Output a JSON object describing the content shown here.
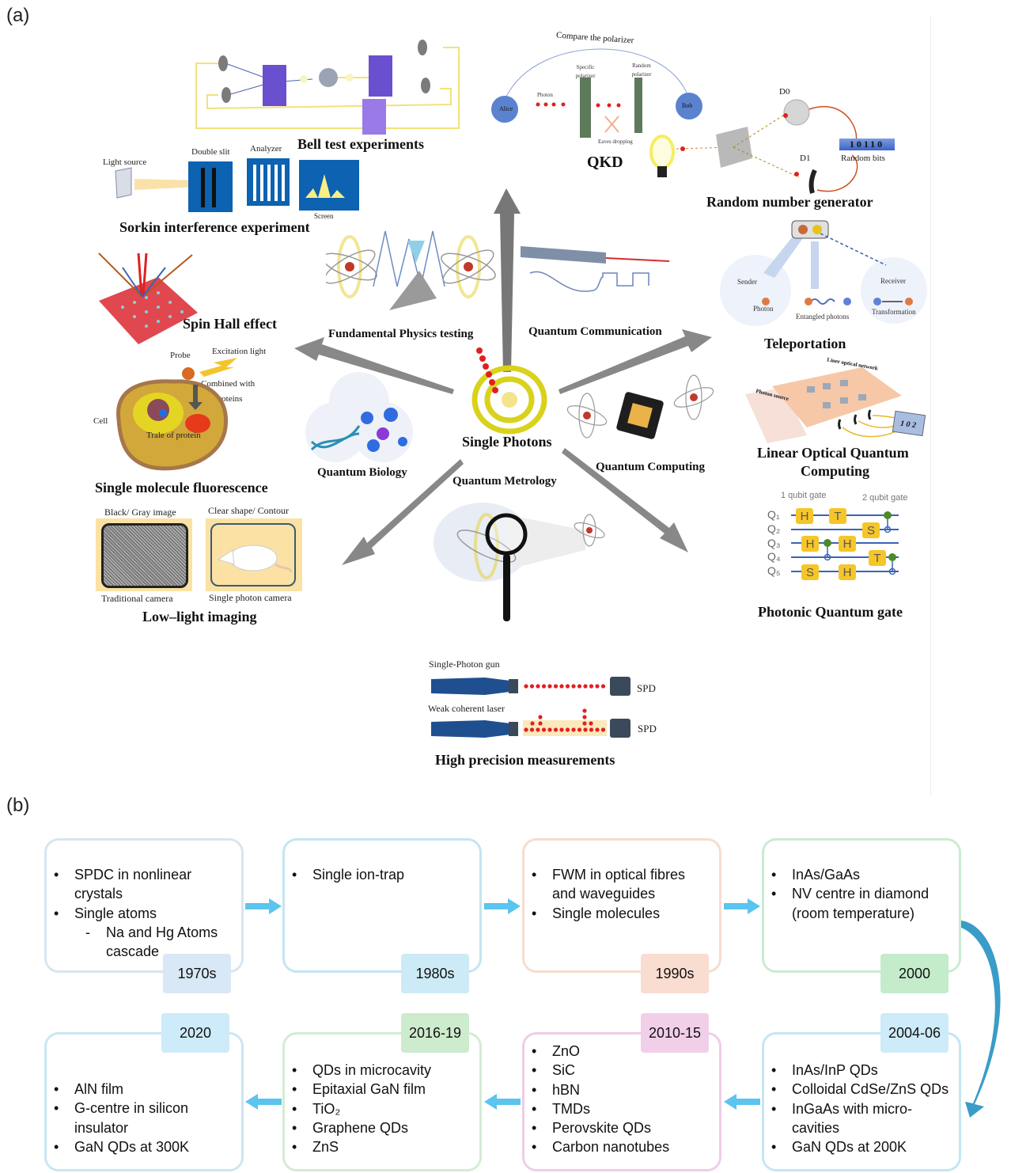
{
  "panel_a": {
    "label": "(a)",
    "center": {
      "title": "Single Photons"
    },
    "categories": {
      "fundamental_physics": "Fundamental  Physics testing",
      "quantum_communication": "Quantum  Communication",
      "quantum_biology": "Quantum  Biology",
      "quantum_computing": "Quantum  Computing",
      "quantum_metrology": "Quantum  Metrology"
    },
    "bell_test": {
      "title": "Bell test experiments"
    },
    "sorkin": {
      "title": "Sorkin interference experiment",
      "light_source": "Light source",
      "double_slit": "Double slit",
      "analyzer": "Analyzer",
      "screen": "Screen"
    },
    "qkd": {
      "title": "QKD",
      "compare": "Compare the polarizer",
      "alice": "Alice",
      "bob": "Bob",
      "photon": "Photon",
      "specific_polarizer": "Specific polarizer",
      "random_polarizer": "Random polarizer",
      "eaves_dropping": "Eaves dropping"
    },
    "rng": {
      "title": "Random number generator",
      "d0": "D0",
      "d1": "D1",
      "bits": "10110",
      "bits_label": "Random bits"
    },
    "teleportation": {
      "title": "Teleportation",
      "sender": "Sender",
      "photon": "Photon",
      "entangled": "Entangled photons",
      "receiver": "Receiver",
      "transformation": "Transformation"
    },
    "loqc": {
      "title_line1": "Linear Optical Quantum",
      "title_line2": "Computing",
      "network": "Liner optical network",
      "source": "Photon source",
      "display": "1 0 2"
    },
    "gate": {
      "title": "Photonic Quantum gate",
      "one_qubit": "1 qubit gate",
      "two_qubit": "2 qubit gate",
      "qubits": [
        "Q₁",
        "Q₂",
        "Q₃",
        "Q₄",
        "Q₅"
      ],
      "gates": [
        "H",
        "T",
        "S",
        "H",
        "H",
        "T",
        "S",
        "H"
      ]
    },
    "spin_hall": {
      "title": "Spin Hall effect"
    },
    "fluorescence": {
      "title": "Single molecule fluorescence",
      "probe": "Probe",
      "excitation": "Excitation light",
      "combined_line1": "Combined with",
      "combined_line2": "proteins",
      "cell": "Cell",
      "trale": "Trale of protein"
    },
    "low_light": {
      "title": "Low–light imaging",
      "black_gray": "Black/ Gray image",
      "clear_shape": "Clear shape/ Contour",
      "traditional": "Traditional camera",
      "single_photon": "Single photon  camera"
    },
    "precision": {
      "title": "High precision measurements",
      "gun": "Single-Photon gun",
      "laser": "Weak coherent laser",
      "spd": "SPD"
    }
  },
  "panel_b": {
    "label": "(b)",
    "timeline": [
      {
        "year": "1970s",
        "items": [
          {
            "t": "SPDC in nonlinear",
            "k": "b"
          },
          {
            "t": "crystals",
            "k": "c"
          },
          {
            "t": "Single atoms",
            "k": "b"
          },
          {
            "t": "Na and Hg Atoms",
            "k": "s"
          },
          {
            "t": "cascade",
            "k": "sc"
          }
        ],
        "border": "#d6e6f2",
        "tag": "#d9e8f6"
      },
      {
        "year": "1980s",
        "items": [
          {
            "t": "Single ion-trap",
            "k": "b"
          }
        ],
        "border": "#c4e5f2",
        "tag": "#cdebf7"
      },
      {
        "year": "1990s",
        "items": [
          {
            "t": "FWM in optical fibres",
            "k": "b"
          },
          {
            "t": "and waveguides",
            "k": "c"
          },
          {
            "t": "Single molecules",
            "k": "b"
          }
        ],
        "border": "#f7dccf",
        "tag": "#f9ddd0"
      },
      {
        "year": "2000",
        "items": [
          {
            "t": "InAs/GaAs",
            "k": "b"
          },
          {
            "t": "NV centre in diamond",
            "k": "b"
          },
          {
            "t": "(room temperature)",
            "k": "c"
          }
        ],
        "border": "#c9ecd0",
        "tag": "#c4eccb"
      },
      {
        "year": "2004-06",
        "items": [
          {
            "t": "InAs/InP QDs",
            "k": "b"
          },
          {
            "t": "Colloidal CdSe/ZnS QDs",
            "k": "b"
          },
          {
            "t": "InGaAs with micro-",
            "k": "b"
          },
          {
            "t": "cavities",
            "k": "c"
          },
          {
            "t": "GaN QDs at 200K",
            "k": "b"
          }
        ],
        "border": "#c4e6f2",
        "tag": "#cdebf8"
      },
      {
        "year": "2010-15",
        "items": [
          {
            "t": "ZnO",
            "k": "b"
          },
          {
            "t": "SiC",
            "k": "b"
          },
          {
            "t": "hBN",
            "k": "b"
          },
          {
            "t": "TMDs",
            "k": "b"
          },
          {
            "t": "Perovskite QDs",
            "k": "b"
          },
          {
            "t": "Carbon nanotubes",
            "k": "b"
          }
        ],
        "border": "#efcde8",
        "tag": "#f2cfe9"
      },
      {
        "year": "2016-19",
        "items": [
          {
            "t": "QDs in microcavity",
            "k": "b"
          },
          {
            "t": "Epitaxial GaN film",
            "k": "b"
          },
          {
            "t": "TiO₂",
            "k": "b"
          },
          {
            "t": "Graphene QDs",
            "k": "b"
          },
          {
            "t": "ZnS",
            "k": "b"
          }
        ],
        "border": "#d3ecd3",
        "tag": "#cdebcd"
      },
      {
        "year": "2020",
        "items": [
          {
            "t": "AlN film",
            "k": "b"
          },
          {
            "t": "G-centre in silicon",
            "k": "b"
          },
          {
            "t": "insulator",
            "k": "c"
          },
          {
            "t": "GaN QDs at 300K",
            "k": "b"
          }
        ],
        "border": "#c9e7f3",
        "tag": "#cdebf8"
      }
    ],
    "arrow_color": "#5bc4ef",
    "curve_color": "#3a9cc8"
  }
}
